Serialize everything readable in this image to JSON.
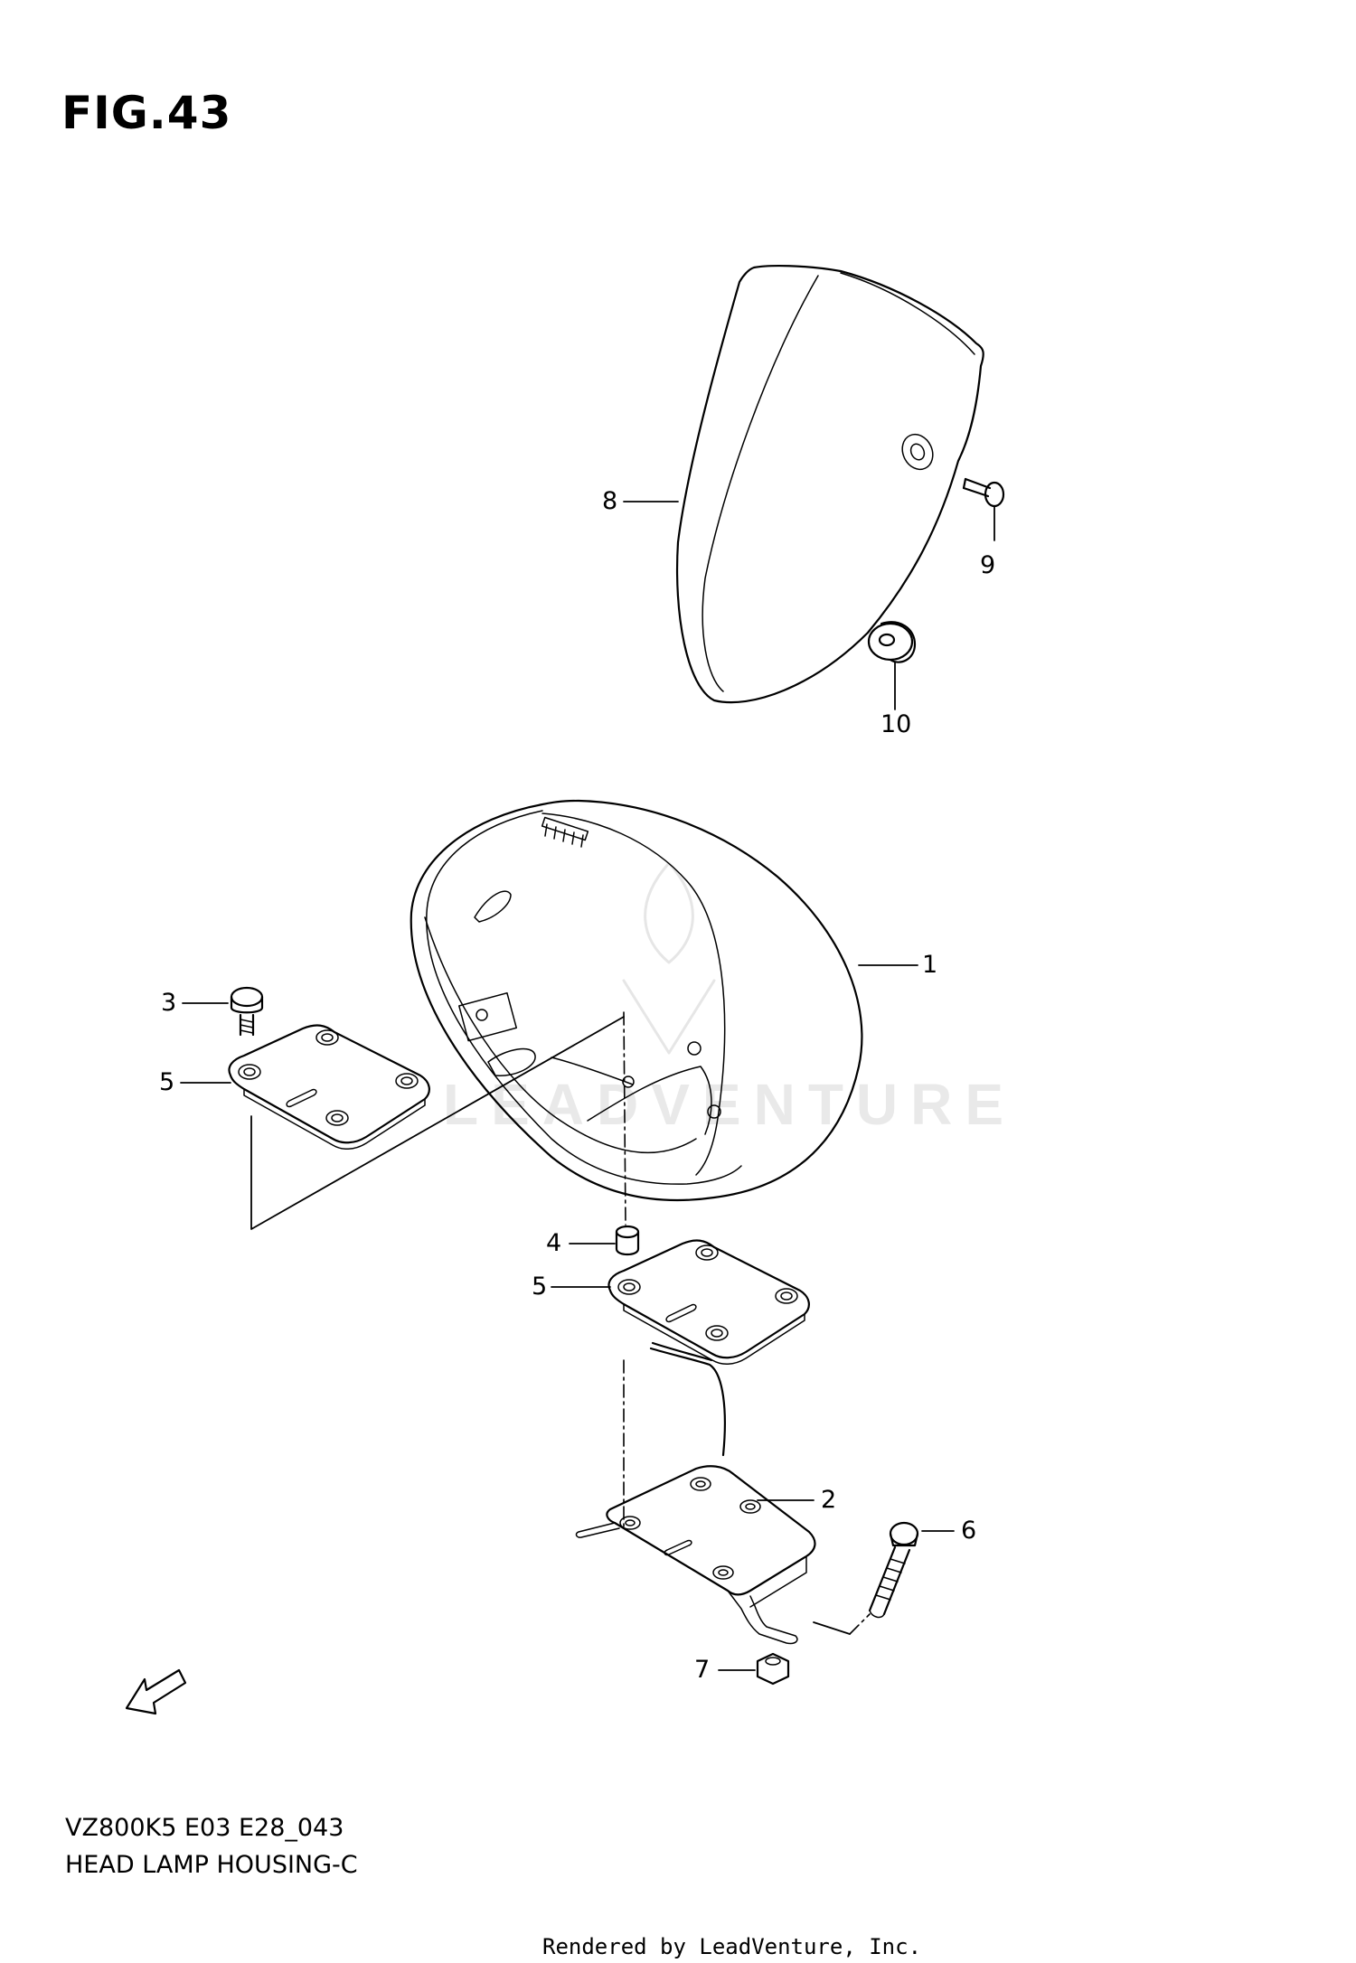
{
  "figure": {
    "title": "FIG.43",
    "model_code": "VZ800K5 E03 E28_043",
    "caption": "HEAD LAMP HOUSING-C"
  },
  "callouts": [
    {
      "id": "1",
      "label": "1"
    },
    {
      "id": "2",
      "label": "2"
    },
    {
      "id": "3",
      "label": "3"
    },
    {
      "id": "4",
      "label": "4"
    },
    {
      "id": "5a",
      "label": "5"
    },
    {
      "id": "5b",
      "label": "5"
    },
    {
      "id": "6",
      "label": "6"
    },
    {
      "id": "7",
      "label": "7"
    },
    {
      "id": "8",
      "label": "8"
    },
    {
      "id": "9",
      "label": "9"
    },
    {
      "id": "10",
      "label": "10"
    }
  ],
  "fwd_arrow": {
    "label": "FWD",
    "icon": "fwd-arrow-icon"
  },
  "watermark": {
    "text": "LEADVENTURE",
    "icon": "leadventure-logo-icon"
  },
  "footer": {
    "rendered_by": "Rendered by LeadVenture, Inc."
  }
}
